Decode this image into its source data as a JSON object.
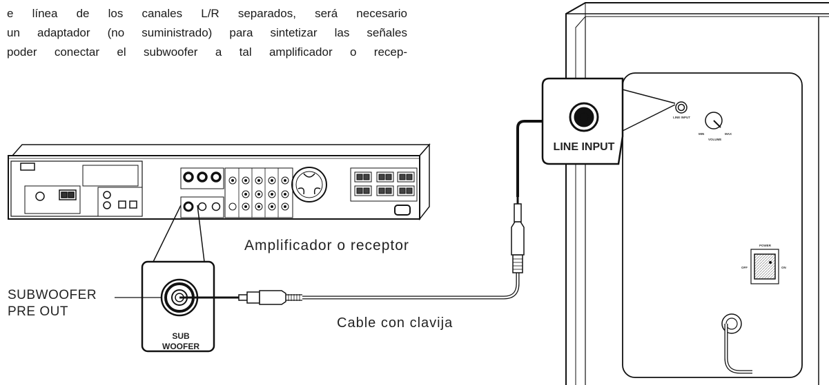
{
  "paragraph": {
    "lines": [
      "e línea de los canales L/R separados, será necesario",
      "un adaptador (no suministrado) para sintetizar las señales",
      "poder conectar el subwoofer a tal amplificador o recep-"
    ]
  },
  "labels": {
    "amplifier": "Amplificador o receptor",
    "cable": "Cable con clavija",
    "subwoofer_out": [
      "SUBWOOFER",
      "PRE OUT"
    ],
    "jack": [
      "SUB",
      "WOOFER"
    ],
    "line_input": "LINE INPUT"
  },
  "panel": {
    "line_input": "LINE INPUT",
    "volume": "VOLUME",
    "vol_min": "MIN",
    "vol_max": "MAX",
    "power": "POWER",
    "off": "OFF",
    "on": "ON"
  }
}
